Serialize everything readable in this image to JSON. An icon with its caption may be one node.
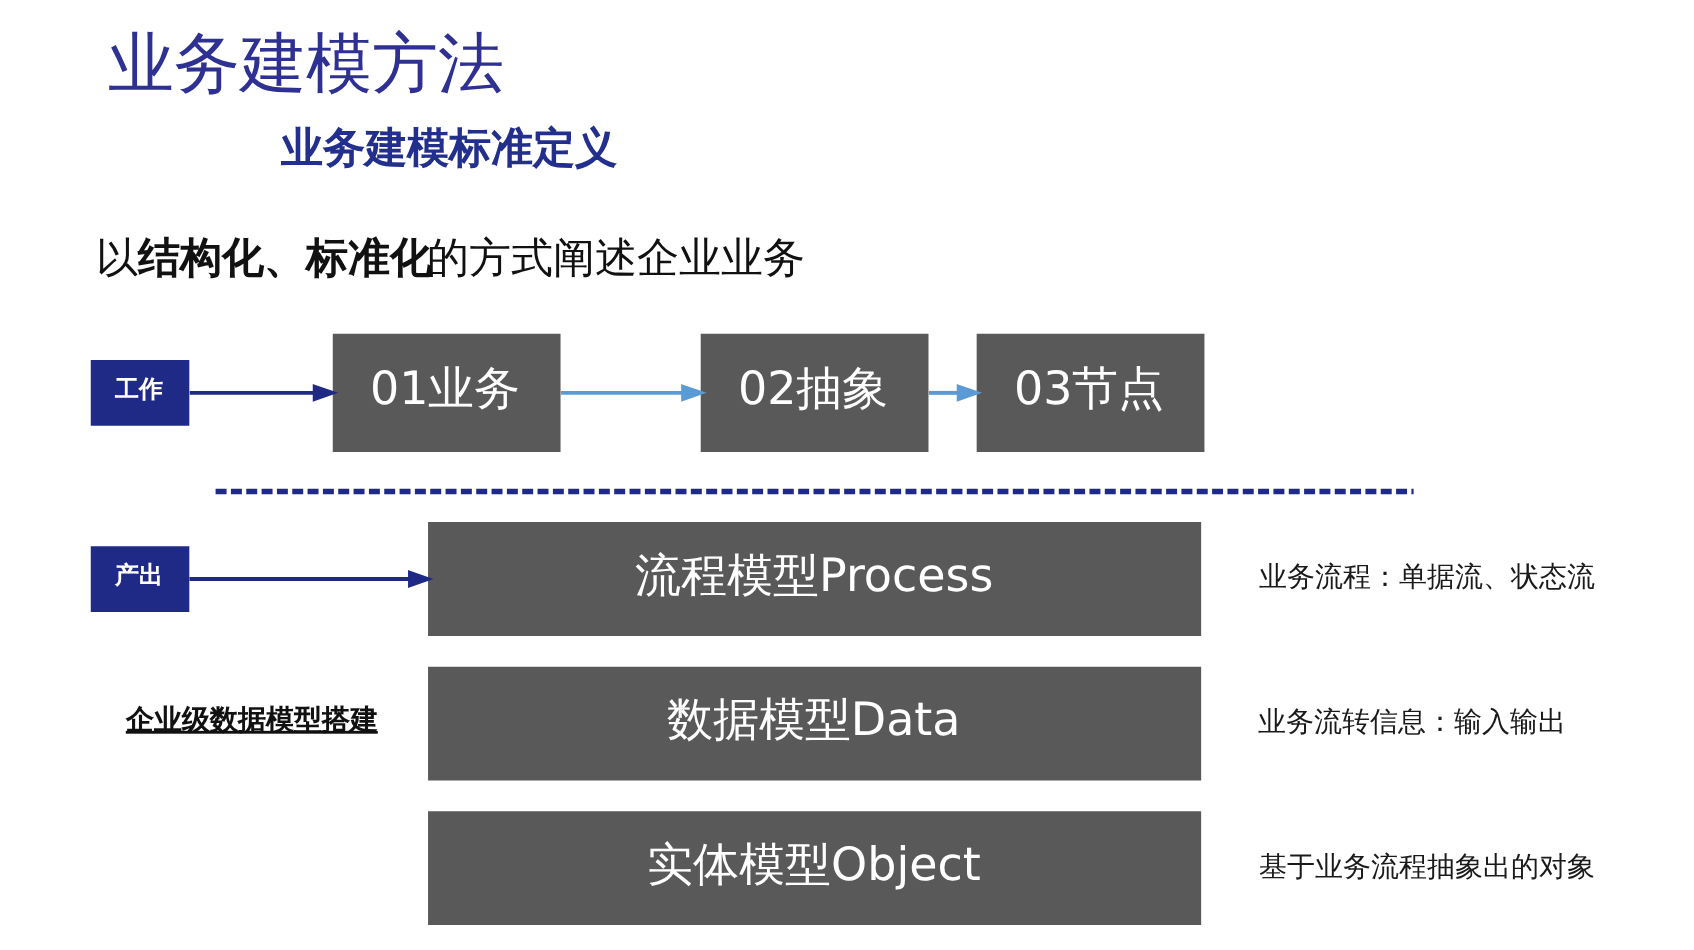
{
  "diagram": {
    "title": "业务建模方法",
    "nodes": [
      {
        "text": [
          "工作"
        ]
      },
      {
        "text": [
          "01业务"
        ]
      },
      {
        "text": [
          "02抽象"
        ]
      },
      {
        "text": [
          "03节点"
        ]
      },
      {
        "text": [
          "产出"
        ]
      },
      {
        "text": [
          "流程模型Process"
        ],
        "beside": [
          "业务流程：单据流、状态流"
        ]
      },
      {
        "text": [
          "数据模型Data"
        ],
        "beside": [
          "业务流转信息：输入输出"
        ]
      },
      {
        "text": [
          "实体模型Object"
        ],
        "beside": [
          "基于业务流程抽象出的对象"
        ]
      }
    ],
    "edges": [
      {
        "from": 0,
        "to": 1,
        "arrow": "to",
        "color": "#1f2a86"
      },
      {
        "from": 1,
        "to": 2,
        "arrow": "to",
        "color": "#5b9bd5"
      },
      {
        "from": 2,
        "to": 3,
        "arrow": "to",
        "color": "#5b9bd5"
      },
      {
        "from": 4,
        "to": 5,
        "arrow": "to",
        "color": "#1f2a86"
      }
    ],
    "labels": [
      "业务建模标准定义",
      "以**结构化、标准化**的方式阐述企业业务",
      "企业级数据模型搭建"
    ]
  }
}
